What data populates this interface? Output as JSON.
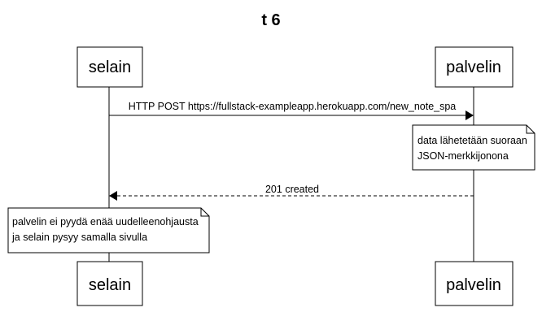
{
  "diagram": {
    "title": "t 6",
    "participants": [
      {
        "id": "browser",
        "label": "selain"
      },
      {
        "id": "server",
        "label": "palvelin"
      }
    ],
    "messages": [
      {
        "from": "browser",
        "to": "server",
        "label": "HTTP POST https://fullstack-exampleapp.herokuapp.com/new_note_spa",
        "style": "solid"
      },
      {
        "from": "server",
        "to": "browser",
        "label": "201 created",
        "style": "dashed"
      }
    ],
    "notes": [
      {
        "over": "server",
        "lines": [
          "data lähetetään suoraan",
          "JSON-merkkijonona"
        ]
      },
      {
        "over": "browser",
        "lines": [
          "palvelin ei pyydä enää uudelleenohjausta",
          "ja selain pysyy samalla sivulla"
        ]
      }
    ]
  }
}
